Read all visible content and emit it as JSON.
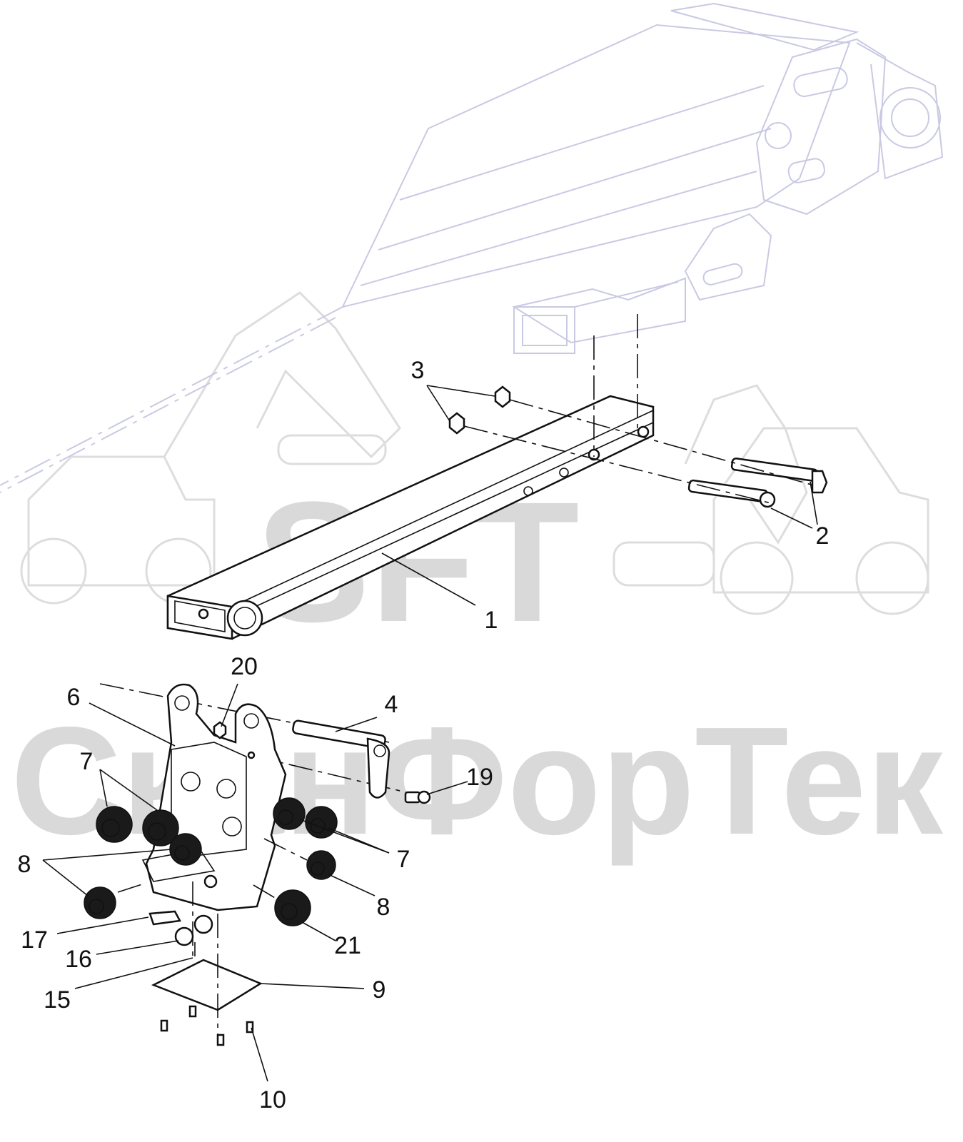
{
  "watermark": {
    "logo_text": "SFT",
    "company_text": "СканФорТек"
  },
  "callouts": [
    {
      "id": "callout-1",
      "label": "1"
    },
    {
      "id": "callout-2",
      "label": "2"
    },
    {
      "id": "callout-3",
      "label": "3"
    },
    {
      "id": "callout-4",
      "label": "4"
    },
    {
      "id": "callout-6",
      "label": "6"
    },
    {
      "id": "callout-7-left",
      "label": "7"
    },
    {
      "id": "callout-7-right",
      "label": "7"
    },
    {
      "id": "callout-8-left",
      "label": "8"
    },
    {
      "id": "callout-8-right",
      "label": "8"
    },
    {
      "id": "callout-9",
      "label": "9"
    },
    {
      "id": "callout-10",
      "label": "10"
    },
    {
      "id": "callout-15",
      "label": "15"
    },
    {
      "id": "callout-16",
      "label": "16"
    },
    {
      "id": "callout-17",
      "label": "17"
    },
    {
      "id": "callout-19",
      "label": "19"
    },
    {
      "id": "callout-20",
      "label": "20"
    },
    {
      "id": "callout-21",
      "label": "21"
    }
  ],
  "colors": {
    "boom_outline": "#c9c9e3",
    "watermark": "#d9d9d9",
    "linework": "#111111"
  }
}
